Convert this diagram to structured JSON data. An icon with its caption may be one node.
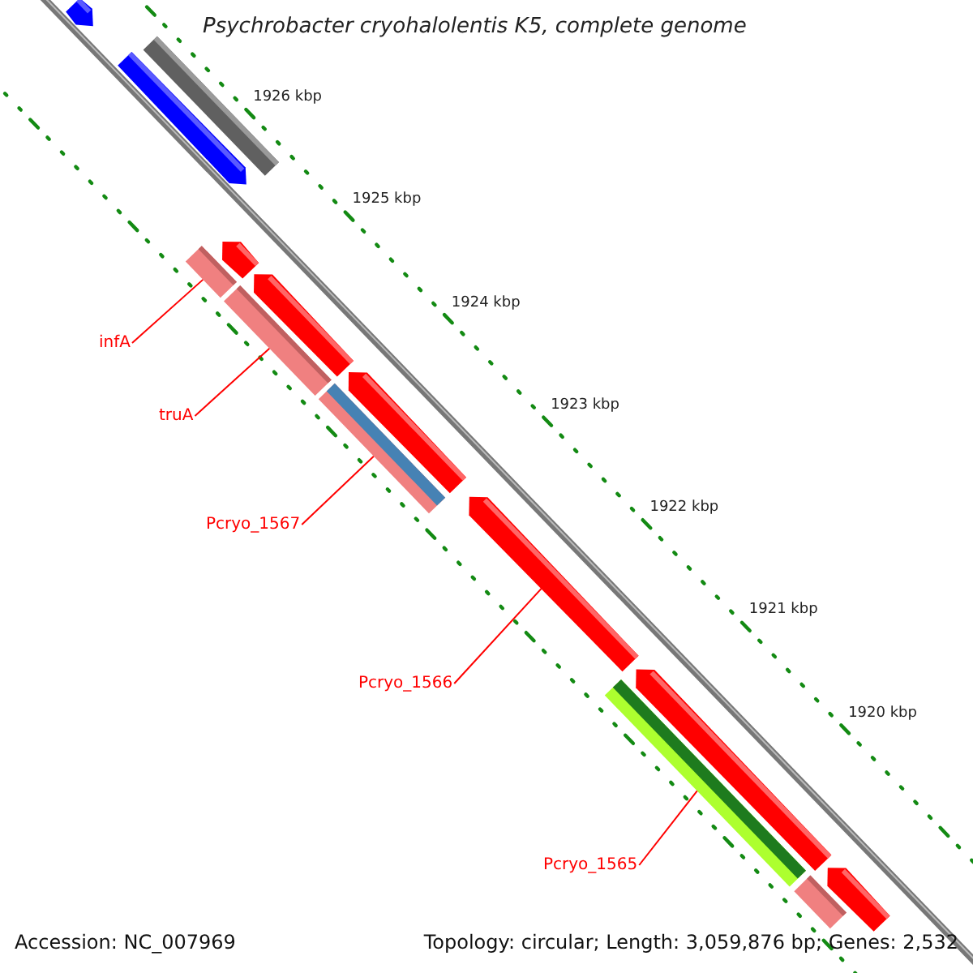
{
  "diagram": {
    "title": "Psychrobacter cryohalolentis K5, complete genome",
    "nodes": [
      {
        "text": [
          "infA"
        ]
      },
      {
        "text": [
          "truA"
        ]
      },
      {
        "text": [
          "Pcryo_1567"
        ]
      },
      {
        "text": [
          "Pcryo_1566"
        ]
      },
      {
        "text": [
          "Pcryo_1565"
        ]
      },
      {
        "text": [],
        "shape": "pentagon"
      },
      {
        "text": [],
        "shape": "bar"
      },
      {
        "text": [],
        "shape": "pentagon"
      },
      {
        "text": [],
        "shape": "bar"
      },
      {
        "text": [],
        "shape": "pentagon"
      },
      {
        "text": [],
        "shape": "bar"
      },
      {
        "text": [],
        "shape": "pentagon"
      },
      {
        "text": [],
        "shape": "bar"
      },
      {
        "text": [],
        "shape": "pentagon"
      },
      {
        "text": [],
        "shape": "pentagon"
      },
      {
        "text": [],
        "shape": "bar"
      },
      {
        "text": [],
        "shape": "pentagon"
      },
      {
        "text": [],
        "shape": "bar"
      },
      {
        "text": [],
        "shape": "pentagon"
      }
    ],
    "edges": [
      {
        "from": 0,
        "to": 8,
        "arrow": "none"
      },
      {
        "from": 1,
        "to": 10,
        "arrow": "none"
      },
      {
        "from": 2,
        "to": 12,
        "arrow": "none"
      },
      {
        "from": 3,
        "to": 14,
        "arrow": "none"
      },
      {
        "from": 4,
        "to": 15,
        "arrow": "none"
      }
    ],
    "labels": [
      "1926 kbp",
      "1925 kbp",
      "1924 kbp",
      "1923 kbp",
      "1922 kbp",
      "1921 kbp",
      "1920 kbp",
      "Accession: NC_007969",
      "Topology: circular; Length: 3,059,876 bp; Genes: 2,532"
    ]
  }
}
